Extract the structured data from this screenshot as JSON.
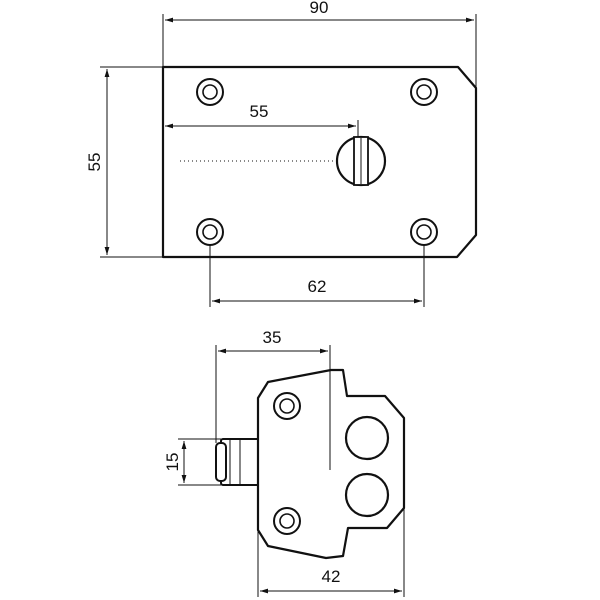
{
  "top_view": {
    "dim_width": "90",
    "dim_height": "55",
    "dim_keyhole": "55",
    "dim_holes": "62"
  },
  "bottom_view": {
    "dim_bolt_position": "35",
    "dim_bolt_size": "15",
    "dim_body_width": "42"
  }
}
